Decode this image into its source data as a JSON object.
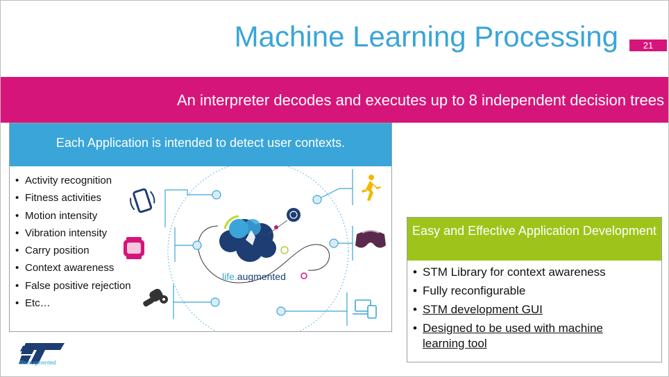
{
  "slide": {
    "title": "Machine Learning Processing",
    "page_number": "21",
    "banner": "An interpreter decodes and executes up to 8 independent  decision trees"
  },
  "left_panel": {
    "header": "Each Application is intended to detect user contexts.",
    "items": [
      "Activity recognition",
      "Fitness activities",
      "Motion intensity",
      "Vibration intensity",
      "Carry position",
      "Context awareness",
      "False positive rejection",
      "Etc…"
    ],
    "diagram": {
      "center_label_prefix": "life.",
      "center_label_suffix": "augmented",
      "icons": [
        "smartphone-icon",
        "smartwatch-icon",
        "car-key-fob-icon",
        "runner-icon",
        "vr-headset-icon",
        "laptop-tablet-icon"
      ]
    }
  },
  "right_panel": {
    "header": "Easy and Effective Application Development",
    "items": [
      {
        "text": "STM Library for context awareness",
        "link": false
      },
      {
        "text": "Fully reconfigurable",
        "link": false
      },
      {
        "text": "STM development GUI",
        "link": true
      },
      {
        "text": "Designed to be used with machine learning tool",
        "link": true
      }
    ]
  },
  "logo": {
    "tagline": "life.augmented"
  },
  "colors": {
    "title_blue": "#3aa5d8",
    "magenta": "#d6157a",
    "lime": "#9ec41b",
    "runner_yellow": "#f2b800",
    "vr_purple": "#5a2a4e"
  }
}
